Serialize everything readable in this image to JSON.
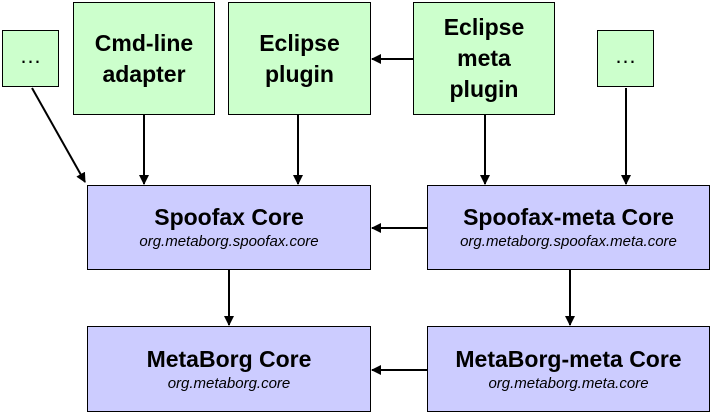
{
  "colors": {
    "frontend_fill": "#ccffcc",
    "core_fill": "#ccccff",
    "stroke": "#000000"
  },
  "frontends": {
    "ellipsis_left": "…",
    "cmdline": "Cmd-line adapter",
    "eclipse_plugin": "Eclipse plugin",
    "eclipse_meta_plugin": "Eclipse meta plugin",
    "ellipsis_right": "…"
  },
  "cores": {
    "spoofax": {
      "title": "Spoofax Core",
      "package": "org.metaborg.spoofax.core"
    },
    "spoofax_meta": {
      "title": "Spoofax-meta Core",
      "package": "org.metaborg.spoofax.meta.core"
    },
    "metaborg": {
      "title": "MetaBorg Core",
      "package": "org.metaborg.core"
    },
    "metaborg_meta": {
      "title": "MetaBorg-meta Core",
      "package": "org.metaborg.meta.core"
    }
  }
}
